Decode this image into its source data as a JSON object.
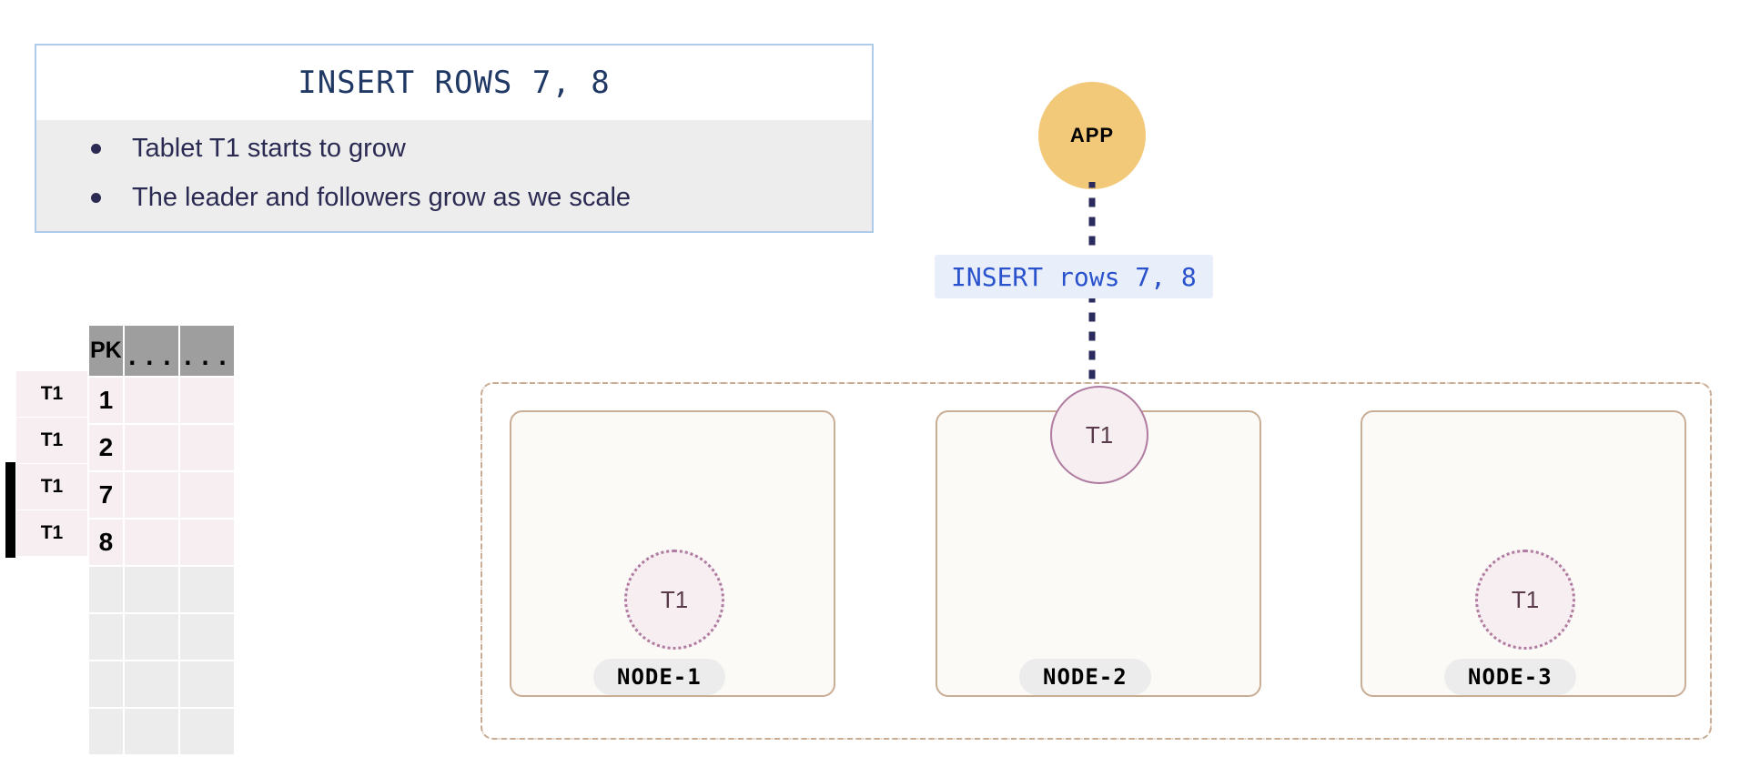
{
  "info_box": {
    "title": "INSERT ROWS 7, 8",
    "bullets": [
      "Tablet T1 starts to grow",
      "The leader and followers grow as we scale"
    ]
  },
  "table": {
    "headers": [
      "PK",
      "...",
      "..."
    ],
    "rows": [
      {
        "label": "T1",
        "pk": "1",
        "c2": "",
        "c3": "",
        "marked": false,
        "filled": true
      },
      {
        "label": "T1",
        "pk": "2",
        "c2": "",
        "c3": "",
        "marked": false,
        "filled": true
      },
      {
        "label": "T1",
        "pk": "7",
        "c2": "",
        "c3": "",
        "marked": true,
        "filled": true
      },
      {
        "label": "T1",
        "pk": "8",
        "c2": "",
        "c3": "",
        "marked": true,
        "filled": true
      },
      {
        "label": "",
        "pk": "",
        "c2": "",
        "c3": "",
        "marked": false,
        "filled": false
      },
      {
        "label": "",
        "pk": "",
        "c2": "",
        "c3": "",
        "marked": false,
        "filled": false
      },
      {
        "label": "",
        "pk": "",
        "c2": "",
        "c3": "",
        "marked": false,
        "filled": false
      },
      {
        "label": "",
        "pk": "",
        "c2": "",
        "c3": "",
        "marked": false,
        "filled": false
      }
    ]
  },
  "app": {
    "label": "APP",
    "color": "#f2c879"
  },
  "request": {
    "label": "INSERT rows 7, 8",
    "text_color": "#2952cc",
    "background": "#e8eefa",
    "arrow_color": "#2b2a5e"
  },
  "cluster": {
    "border_color": "#c9ad95",
    "nodes": [
      {
        "name": "NODE-1",
        "tablet": "T1",
        "role": "follower"
      },
      {
        "name": "NODE-2",
        "tablet": "T1",
        "role": "leader"
      },
      {
        "name": "NODE-3",
        "tablet": "T1",
        "role": "follower"
      }
    ],
    "tablet_color": "#b07ba0",
    "tablet_fill": "#f6eef1"
  }
}
